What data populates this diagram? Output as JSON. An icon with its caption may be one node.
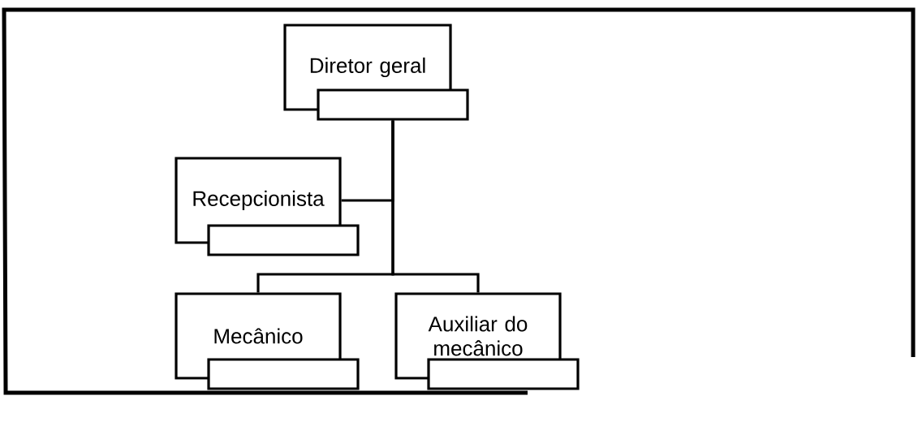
{
  "diagram": {
    "nodes": [
      {
        "text": [
          "Diretor geral"
        ]
      },
      {
        "text": [],
        "shape": "box"
      },
      {
        "text": [
          "Recepcionista"
        ]
      },
      {
        "text": [],
        "shape": "box"
      },
      {
        "text": [
          "Mecânico"
        ]
      },
      {
        "text": [],
        "shape": "box"
      },
      {
        "text": [
          "Auxiliar do mecânico"
        ]
      },
      {
        "text": [],
        "shape": "box"
      }
    ],
    "edges": [
      {
        "from": 1,
        "to": 2,
        "arrow": "none"
      },
      {
        "from": 1,
        "to": 4,
        "arrow": "none"
      },
      {
        "from": 1,
        "to": 6,
        "arrow": "none"
      }
    ]
  }
}
